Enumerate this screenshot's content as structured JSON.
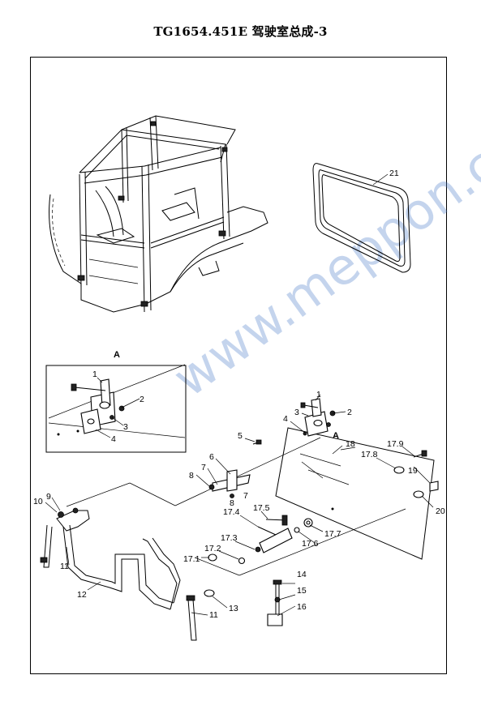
{
  "title": "TG1654.451E 驾驶室总成-3",
  "detail_view_label": "A",
  "detail_callout_label": "A",
  "watermark": "www.meppon.co",
  "callouts": {
    "c1a": "1",
    "c2a": "2",
    "c3a": "3",
    "c4a": "4",
    "c1": "1",
    "c2": "2",
    "c3": "3",
    "c4": "4",
    "c5": "5",
    "c6": "6",
    "c7a": "7",
    "c7b": "7",
    "c8a": "8",
    "c8b": "8",
    "c9": "9",
    "c10": "10",
    "c11a": "11",
    "c11b": "11",
    "c12": "12",
    "c13": "13",
    "c14": "14",
    "c15": "15",
    "c16": "16",
    "c17_1": "17.1",
    "c17_2": "17.2",
    "c17_3": "17.3",
    "c17_4": "17.4",
    "c17_5": "17.5",
    "c17_6": "17.6",
    "c17_7": "17.7",
    "c17_8": "17.8",
    "c17_9": "17.9",
    "c18": "18",
    "c19": "19",
    "c20": "20",
    "c21": "21"
  }
}
